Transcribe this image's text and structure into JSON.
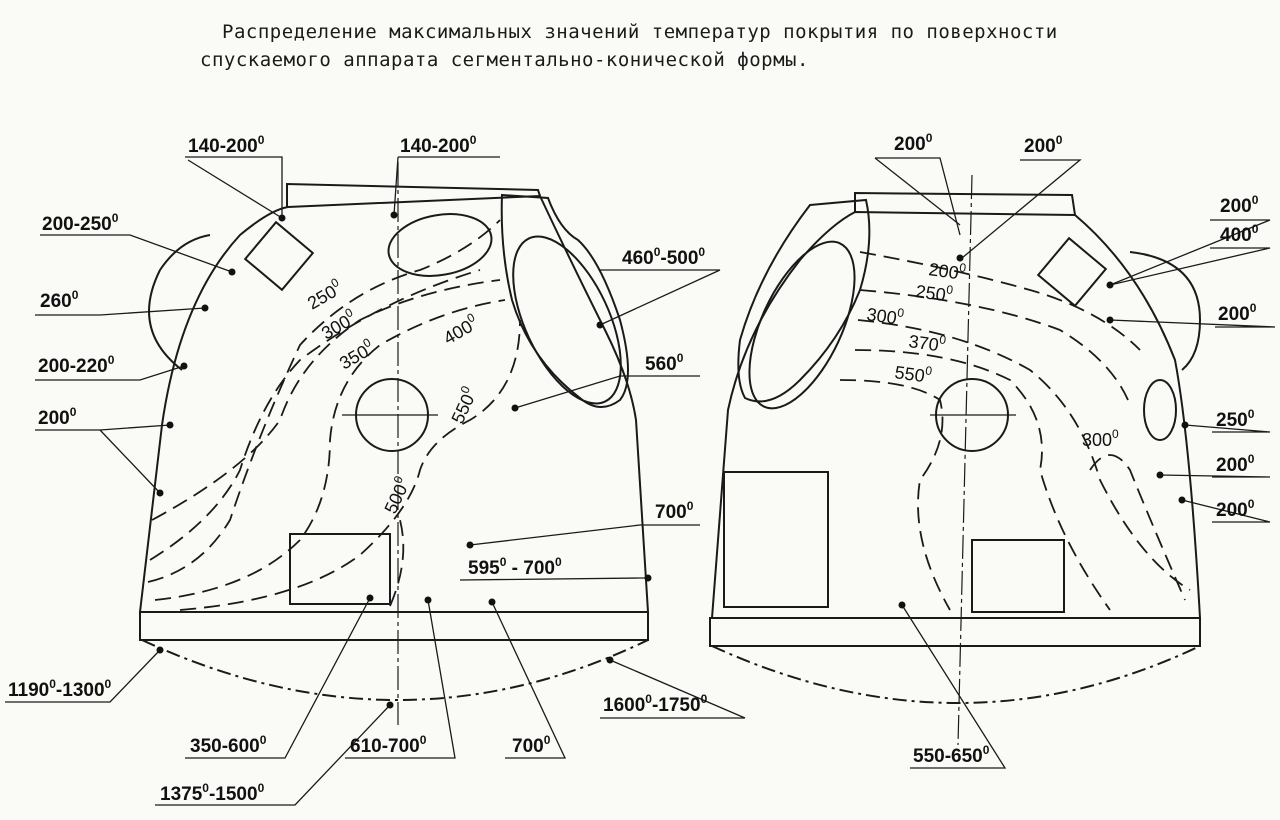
{
  "title": {
    "line1": "Распределение максимальных значений температур покрытия по поверхности",
    "line2": "спускаемого аппарата сегментально-конической формы."
  },
  "left_view": {
    "labels": [
      {
        "id": "l1",
        "text": "140-200",
        "deg": true
      },
      {
        "id": "l2",
        "text": "140-200",
        "deg": true
      },
      {
        "id": "l3",
        "text": "200-250",
        "deg": true
      },
      {
        "id": "l4",
        "text": "260",
        "deg": true
      },
      {
        "id": "l5",
        "text": "200-220",
        "deg": true
      },
      {
        "id": "l6",
        "text": "200",
        "deg": true
      },
      {
        "id": "l7",
        "text": "460",
        "deg": true,
        "text2": "-500",
        "deg2": true
      },
      {
        "id": "l8",
        "text": "560",
        "deg": true
      },
      {
        "id": "l9",
        "text": "700",
        "deg": true
      },
      {
        "id": "l10",
        "text": "595",
        "deg": true,
        "text2": " - 700",
        "deg2": true
      },
      {
        "id": "l11",
        "text": "1190",
        "deg": true,
        "text2": "-1300",
        "deg2": true
      },
      {
        "id": "l12",
        "text": "1600",
        "deg": true,
        "text2": "-1750",
        "deg2": true
      },
      {
        "id": "l13",
        "text": "350-600",
        "deg": true
      },
      {
        "id": "l14",
        "text": "610-700",
        "deg": true
      },
      {
        "id": "l15",
        "text": "700",
        "deg": true
      },
      {
        "id": "l16",
        "text": "1375",
        "deg": true,
        "text2": "-1500",
        "deg2": true
      }
    ],
    "isotherms": [
      "250",
      "300",
      "350",
      "400",
      "550",
      "500"
    ]
  },
  "right_view": {
    "labels": [
      {
        "id": "r1",
        "text": "200",
        "deg": true
      },
      {
        "id": "r2",
        "text": "200",
        "deg": true
      },
      {
        "id": "r3",
        "text": "200",
        "deg": true
      },
      {
        "id": "r4",
        "text": "400",
        "deg": true
      },
      {
        "id": "r5",
        "text": "200",
        "deg": true
      },
      {
        "id": "r6",
        "text": "250",
        "deg": true
      },
      {
        "id": "r7",
        "text": "200",
        "deg": true
      },
      {
        "id": "r8",
        "text": "200",
        "deg": true
      },
      {
        "id": "r9",
        "text": "550-650",
        "deg": true
      }
    ],
    "isotherms": [
      "200",
      "250",
      "300",
      "370",
      "550",
      "300"
    ]
  },
  "degree_symbol": "0"
}
